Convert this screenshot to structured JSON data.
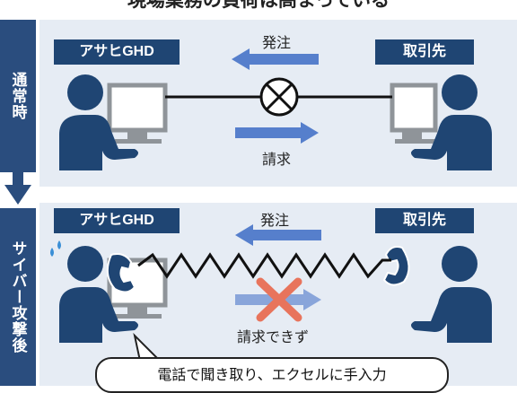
{
  "title": "現場業務の負荷は高まっている",
  "normal": {
    "side_label": "通常時",
    "left_company": "アサヒGHD",
    "right_company": "取引先",
    "order_label": "発注",
    "billing_label": "請求"
  },
  "attack": {
    "side_label": "サイバー攻撃後",
    "left_company": "アサヒGHD",
    "right_company": "取引先",
    "order_label": "発注",
    "billing_label": "請求できず",
    "callout": "電話で聞き取り、エクセルに手入力"
  },
  "colors": {
    "navy": "#1f4573",
    "panel": "#e6ecf4",
    "arrow_blue": "#3c6cc4",
    "cross_red": "#e8745c"
  }
}
